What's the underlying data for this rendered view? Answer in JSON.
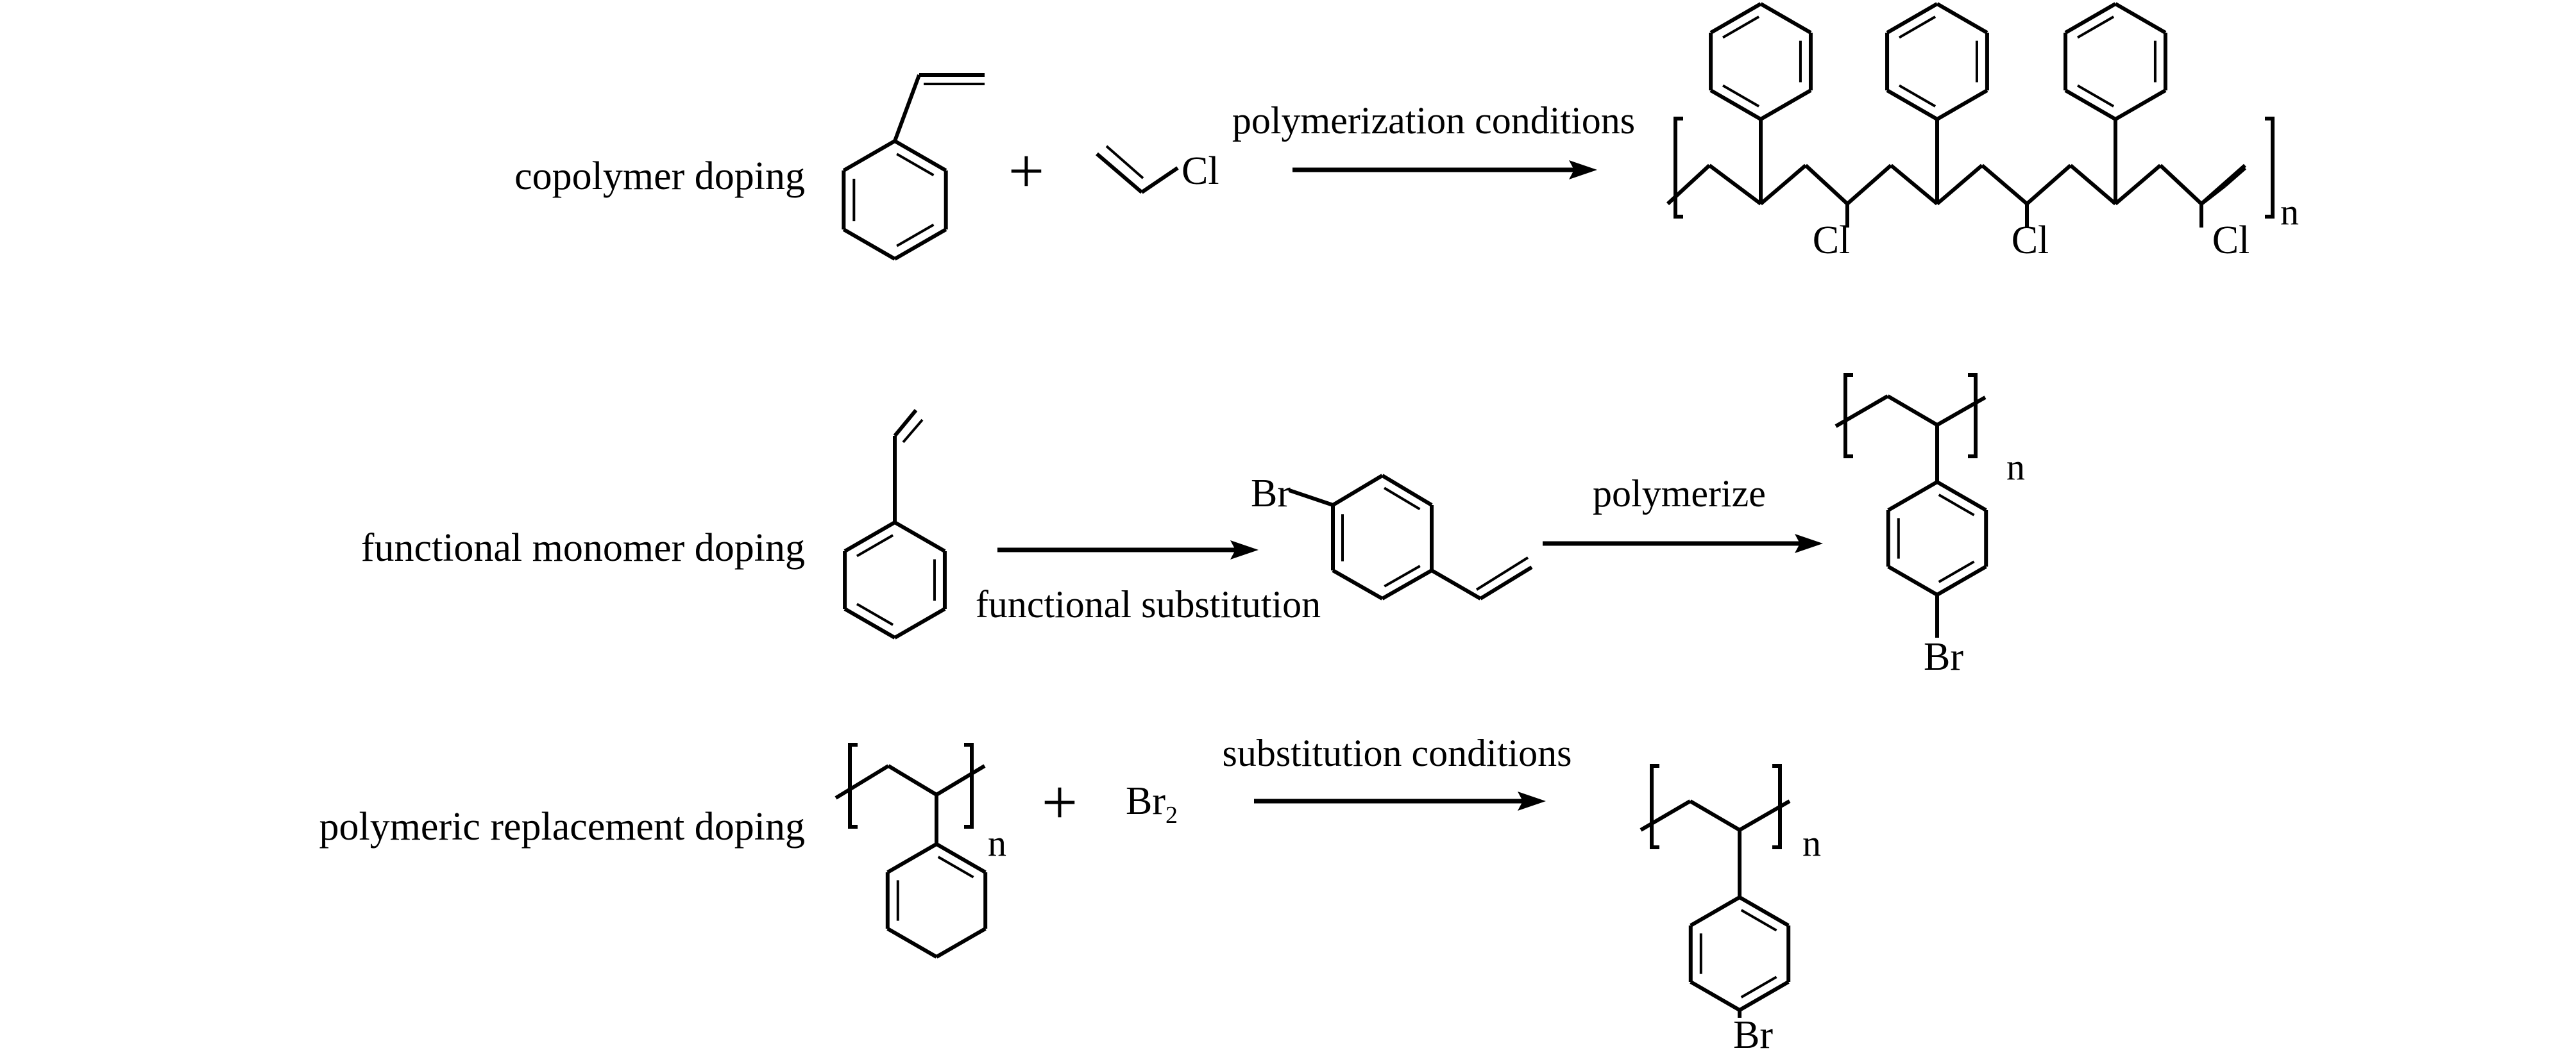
{
  "figure": {
    "type": "reaction-scheme",
    "colors": {
      "ink": "#000000",
      "background": "#ffffff"
    }
  },
  "rows": [
    {
      "label": "copolymer doping",
      "reactants": [
        "styrene",
        "vinyl chloride"
      ],
      "plus": "+",
      "vinyl_chloride_atom": "Cl",
      "arrow_label_above": "polymerization conditions",
      "product": {
        "name": "styrene-vinyl chloride copolymer",
        "repeat_phenyls": 3,
        "substituent_atoms": [
          "Cl",
          "Cl",
          "Cl"
        ],
        "repeat_subscript": "n"
      }
    },
    {
      "label": "functional monomer doping",
      "reactants": [
        "styrene"
      ],
      "arrow1_label_below": "functional substitution",
      "intermediate": {
        "name": "4-bromostyrene",
        "atom": "Br"
      },
      "arrow2_label_above": "polymerize",
      "product": {
        "name": "poly(4-bromostyrene)",
        "atom": "Br",
        "repeat_subscript": "n"
      }
    },
    {
      "label": "polymeric replacement doping",
      "reactants": [
        "polystyrene",
        "Br2"
      ],
      "reactant_subscript": "n",
      "plus": "+",
      "reagent": {
        "symbol": "Br",
        "subscript": "2"
      },
      "arrow_label_above": "substitution conditions",
      "product": {
        "name": "poly(4-bromostyrene)",
        "atom": "Br",
        "repeat_subscript": "n"
      }
    }
  ]
}
